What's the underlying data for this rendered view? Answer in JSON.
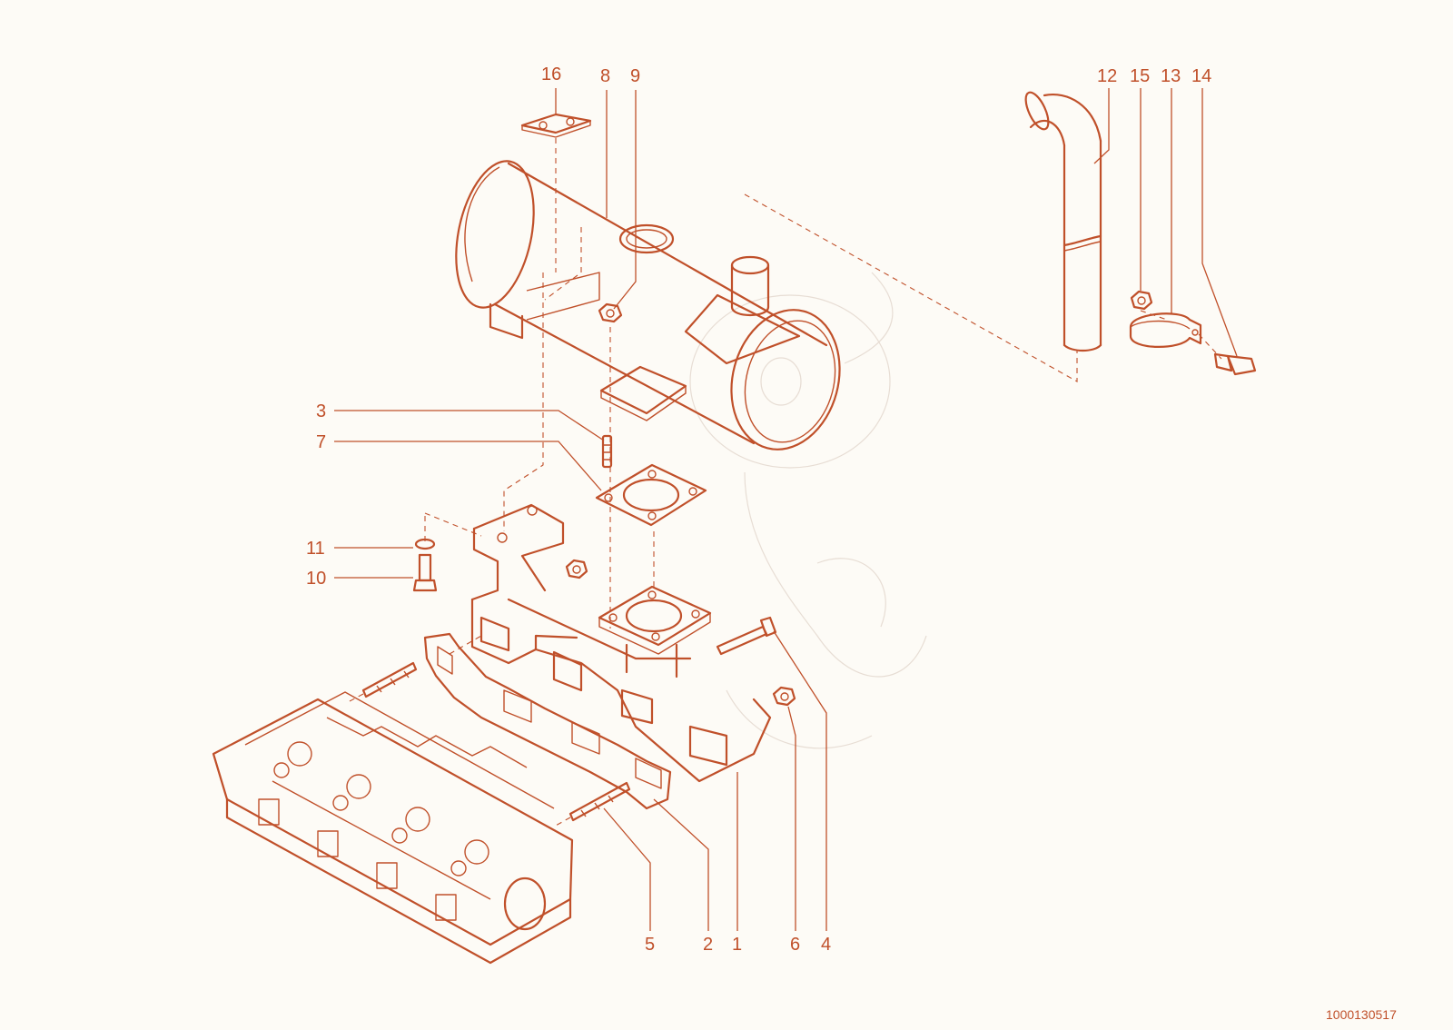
{
  "drawing_number": "1000130517",
  "colors": {
    "line": "#c0502a",
    "background": "#fdfbf6",
    "watermark": "#e7ddd4"
  },
  "callouts": [
    {
      "id": "16",
      "label": "16"
    },
    {
      "id": "8",
      "label": "8"
    },
    {
      "id": "9",
      "label": "9"
    },
    {
      "id": "12",
      "label": "12"
    },
    {
      "id": "15",
      "label": "15"
    },
    {
      "id": "13",
      "label": "13"
    },
    {
      "id": "14",
      "label": "14"
    },
    {
      "id": "3",
      "label": "3"
    },
    {
      "id": "7",
      "label": "7"
    },
    {
      "id": "11",
      "label": "11"
    },
    {
      "id": "10",
      "label": "10"
    },
    {
      "id": "5",
      "label": "5"
    },
    {
      "id": "2",
      "label": "2"
    },
    {
      "id": "1",
      "label": "1"
    },
    {
      "id": "6",
      "label": "6"
    },
    {
      "id": "4",
      "label": "4"
    }
  ]
}
